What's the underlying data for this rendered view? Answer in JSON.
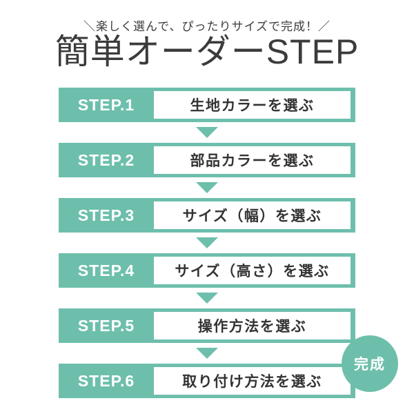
{
  "colors": {
    "accent": "#6dbfac",
    "text_dark": "#3b3b3b",
    "step_text": "#333333",
    "background": "#ffffff"
  },
  "header": {
    "tagline": "＼楽しく選んで、ぴったりサイズで完成！／",
    "title": "簡単オーダーSTEP"
  },
  "steps": [
    {
      "label": "STEP.1",
      "text": "生地カラーを選ぶ"
    },
    {
      "label": "STEP.2",
      "text": "部品カラーを選ぶ"
    },
    {
      "label": "STEP.3",
      "text": "サイズ（幅）を選ぶ"
    },
    {
      "label": "STEP.4",
      "text": "サイズ（高さ）を選ぶ"
    },
    {
      "label": "STEP.5",
      "text": "操作方法を選ぶ"
    },
    {
      "label": "STEP.6",
      "text": "取り付け方法を選ぶ"
    }
  ],
  "icons": {
    "arrow_down": "triangle-down"
  },
  "completion_badge": {
    "text": "完成"
  }
}
